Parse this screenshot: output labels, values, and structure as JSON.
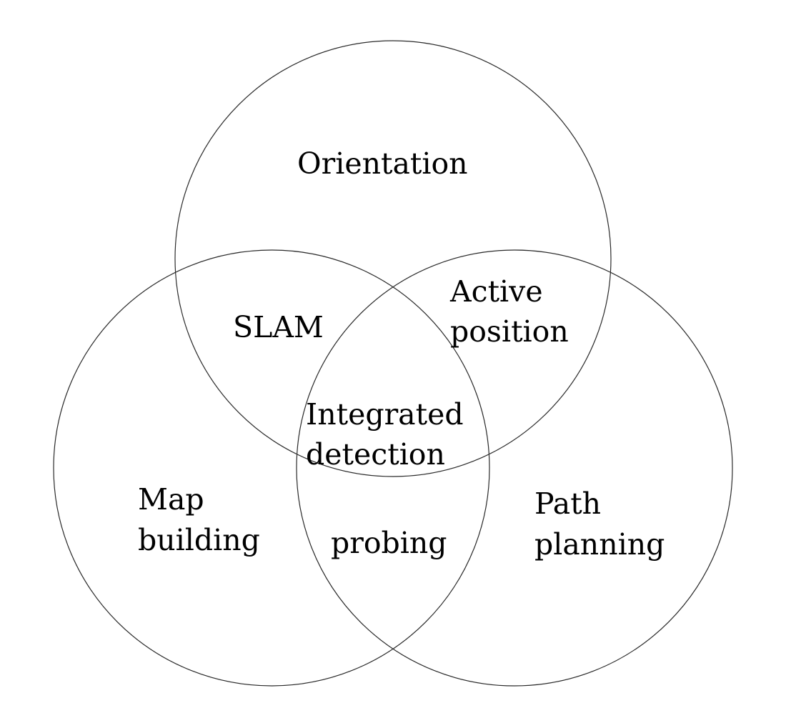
{
  "diagram": {
    "circles": {
      "top": "Orientation",
      "left": [
        "Map",
        "building"
      ],
      "right": [
        "Path",
        "planning"
      ]
    },
    "intersections": {
      "top_left": "SLAM",
      "top_right": [
        "Active",
        "position"
      ],
      "left_right": "probing",
      "center": [
        "Integrated",
        "detection"
      ]
    }
  }
}
